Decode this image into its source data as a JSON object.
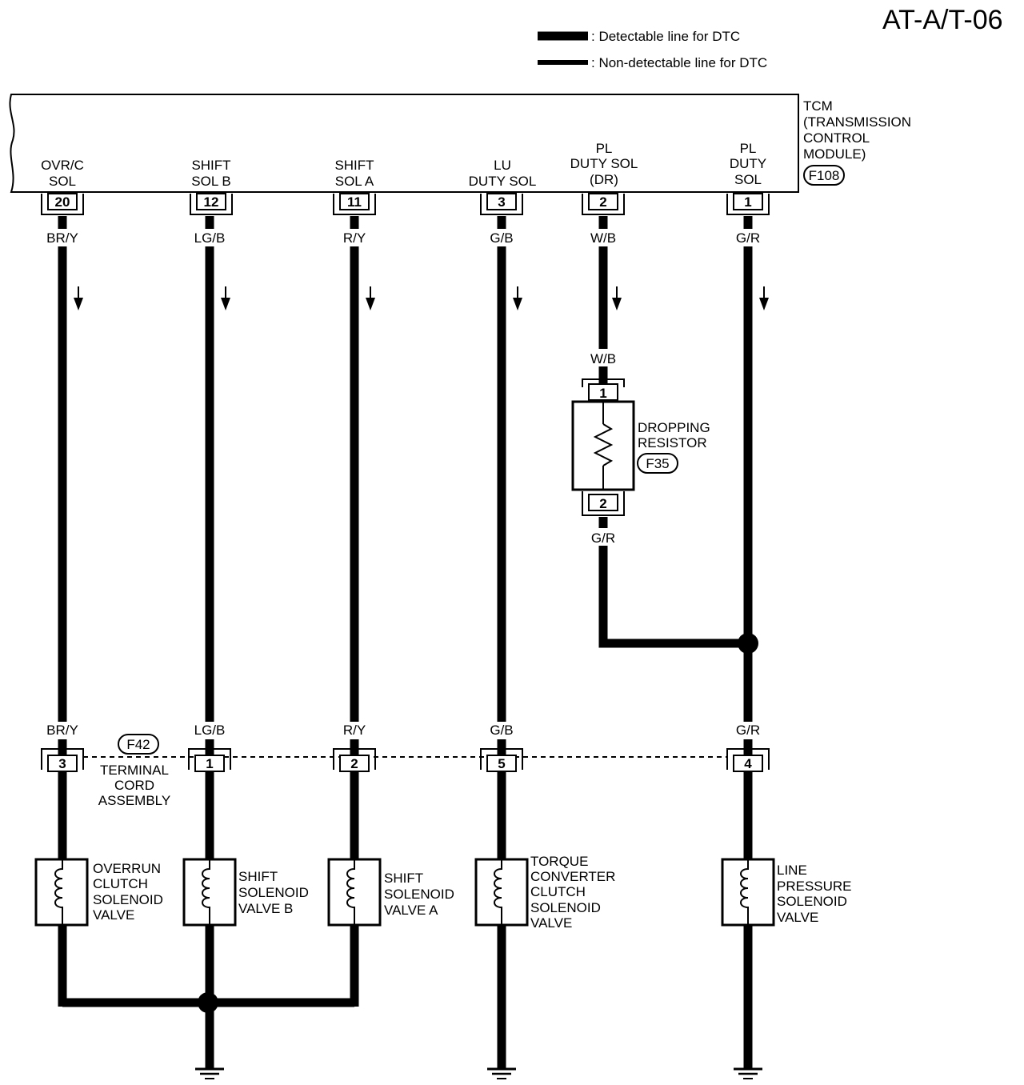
{
  "page_code": "AT-A/T-06",
  "legend": {
    "detectable": ": Detectable line for DTC",
    "non_detectable": ": Non-detectable line for DTC"
  },
  "tcm": {
    "name_lines": [
      "TCM",
      "(TRANSMISSION",
      "CONTROL",
      "MODULE)"
    ],
    "connector": "F108",
    "terminals": [
      {
        "label_lines": [
          "OVR/C",
          "SOL"
        ],
        "pin": "20",
        "wire": "BR/Y"
      },
      {
        "label_lines": [
          "SHIFT",
          "SOL B"
        ],
        "pin": "12",
        "wire": "LG/B"
      },
      {
        "label_lines": [
          "SHIFT",
          "SOL A"
        ],
        "pin": "11",
        "wire": "R/Y"
      },
      {
        "label_lines": [
          "LU",
          "DUTY SOL"
        ],
        "pin": "3",
        "wire": "G/B"
      },
      {
        "label_lines": [
          "PL",
          "DUTY SOL",
          "(DR)"
        ],
        "pin": "2",
        "wire": "W/B"
      },
      {
        "label_lines": [
          "PL",
          "DUTY",
          "SOL"
        ],
        "pin": "1",
        "wire": "G/R"
      }
    ]
  },
  "dropping_resistor": {
    "name_lines": [
      "DROPPING",
      "RESISTOR"
    ],
    "connector": "F35",
    "pin_top": "1",
    "pin_bottom": "2",
    "wire_in": "W/B",
    "wire_out": "G/R"
  },
  "terminal_cord": {
    "connector": "F42",
    "name_lines": [
      "TERMINAL",
      "CORD",
      "ASSEMBLY"
    ],
    "pins": [
      {
        "pin": "3",
        "wire": "BR/Y"
      },
      {
        "pin": "1",
        "wire": "LG/B"
      },
      {
        "pin": "2",
        "wire": "R/Y"
      },
      {
        "pin": "5",
        "wire": "G/B"
      },
      {
        "pin": "4",
        "wire": "G/R"
      }
    ]
  },
  "solenoids": [
    {
      "name_lines": [
        "OVERRUN",
        "CLUTCH",
        "SOLENOID",
        "VALVE"
      ]
    },
    {
      "name_lines": [
        "SHIFT",
        "SOLENOID",
        "VALVE B"
      ]
    },
    {
      "name_lines": [
        "SHIFT",
        "SOLENOID",
        "VALVE A"
      ]
    },
    {
      "name_lines": [
        "TORQUE",
        "CONVERTER",
        "CLUTCH",
        "SOLENOID",
        "VALVE"
      ]
    },
    {
      "name_lines": [
        "LINE",
        "PRESSURE",
        "SOLENOID",
        "VALVE"
      ]
    }
  ]
}
